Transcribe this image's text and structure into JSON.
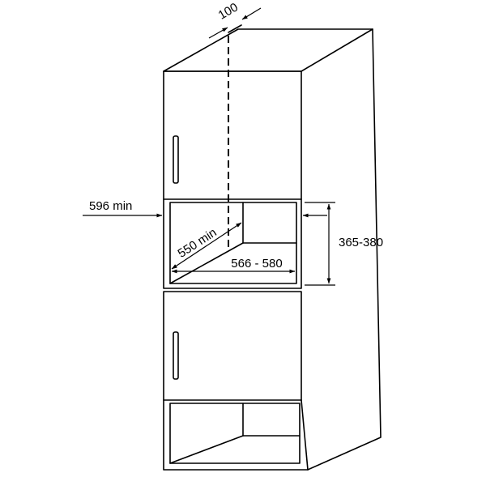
{
  "diagram": {
    "dimensions": {
      "vent_gap": "100",
      "niche_width": "596 min",
      "niche_depth": "550 min",
      "inner_width": "566 - 580",
      "niche_height": "365-380"
    },
    "colors": {
      "line": "#000000",
      "background": "#ffffff"
    }
  }
}
